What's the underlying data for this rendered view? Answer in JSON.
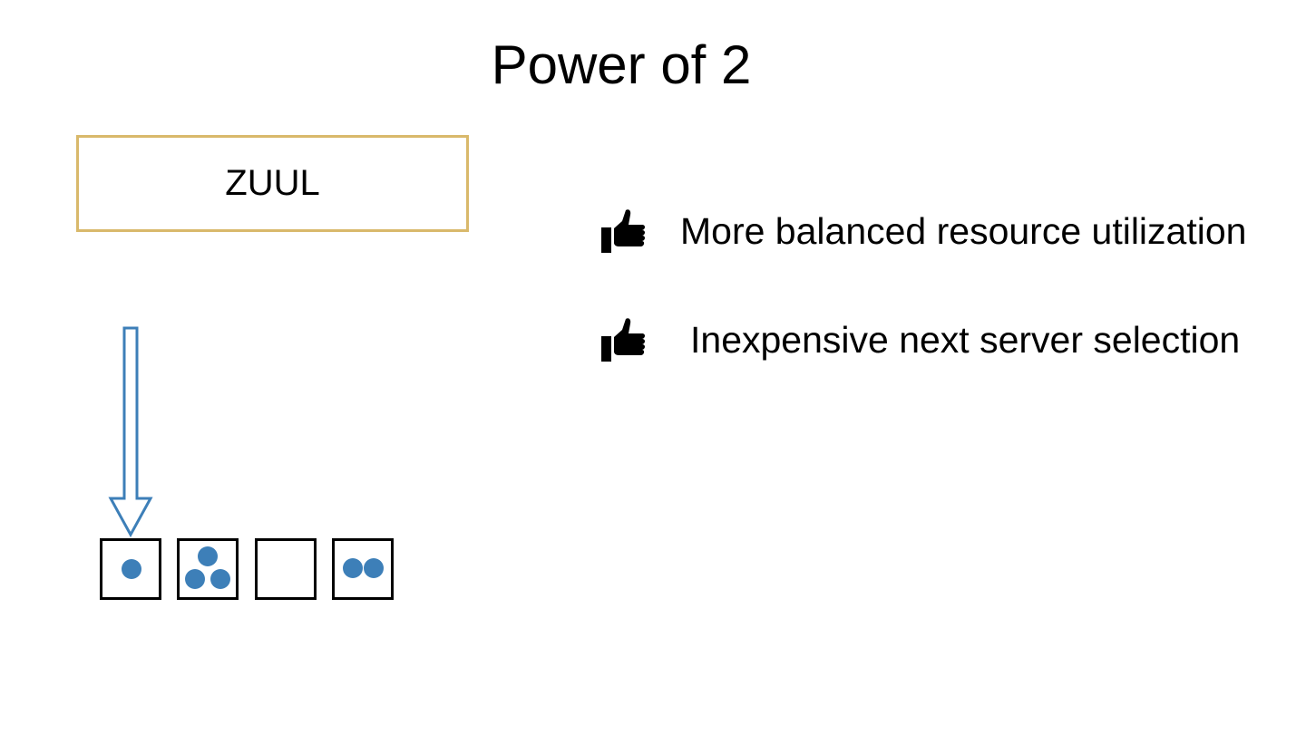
{
  "title": "Power of 2",
  "zuul": {
    "label": "ZUUL",
    "border_color": "#d9b96b"
  },
  "arrow": {
    "color": "#3d7fb8",
    "target": "server 1"
  },
  "servers": [
    {
      "connections": 1
    },
    {
      "connections": 3
    },
    {
      "connections": 0
    },
    {
      "connections": 2
    }
  ],
  "dot_color": "#3d7fb8",
  "benefits": [
    {
      "icon": "thumbs-up-icon",
      "text": "More balanced resource utilization"
    },
    {
      "icon": "thumbs-up-icon",
      "text": "Inexpensive next server selection"
    }
  ]
}
